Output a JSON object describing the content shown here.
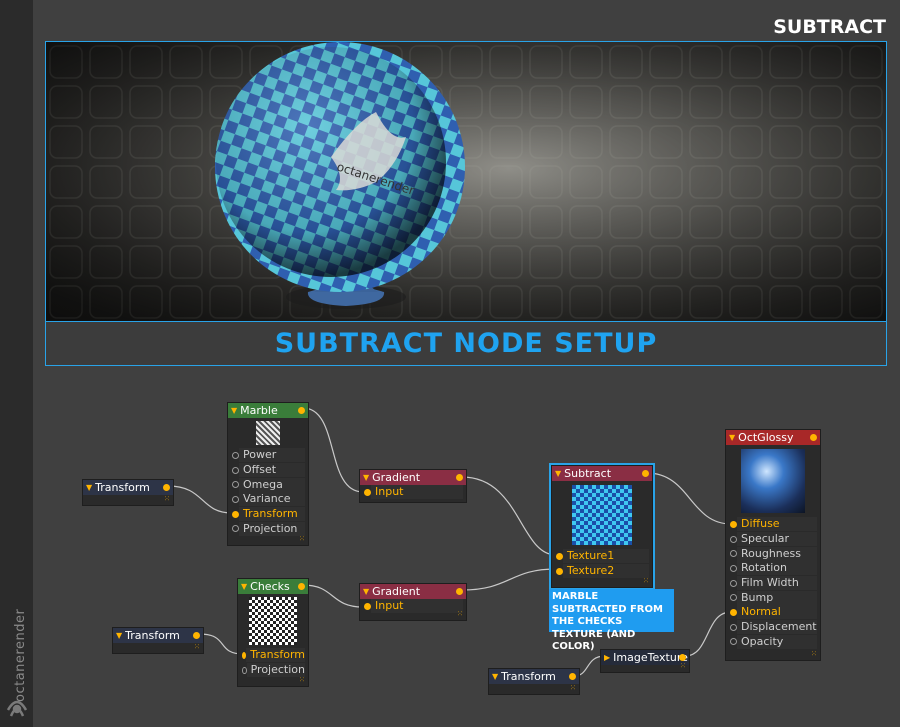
{
  "page_title": "SUBTRACT",
  "banner_title": "SUBTRACT NODE SETUP",
  "render_text": "octanerender",
  "brand": "octanerender",
  "nodes": {
    "marble": {
      "title": "Marble",
      "ports": [
        "Power",
        "Offset",
        "Omega",
        "Variance",
        "Transform",
        "Projection"
      ]
    },
    "checks": {
      "title": "Checks",
      "ports": [
        "Transform",
        "Projection"
      ]
    },
    "gradient1": {
      "title": "Gradient",
      "ports": [
        "Input"
      ]
    },
    "gradient2": {
      "title": "Gradient",
      "ports": [
        "Input"
      ]
    },
    "subtract": {
      "title": "Subtract",
      "ports": [
        "Texture1",
        "Texture2"
      ]
    },
    "octglossy": {
      "title": "OctGlossy",
      "ports": [
        "Diffuse",
        "Specular",
        "Roughness",
        "Rotation",
        "Film Width",
        "Bump",
        "Normal",
        "Displacement",
        "Opacity"
      ]
    },
    "imagetexture": {
      "title": "ImageTexture"
    },
    "transform1": {
      "title": "Transform"
    },
    "transform2": {
      "title": "Transform"
    },
    "transform3": {
      "title": "Transform"
    }
  },
  "note": "MARBLE SUBTRACTED FROM THE CHECKS TEXTURE (AND COLOR)",
  "colors": {
    "accent": "#29a3e8",
    "port_active": "#ffb400",
    "marble_header": "#3a7d3a",
    "gradient_header": "#8a2e44",
    "glossy_header": "#a82828"
  }
}
